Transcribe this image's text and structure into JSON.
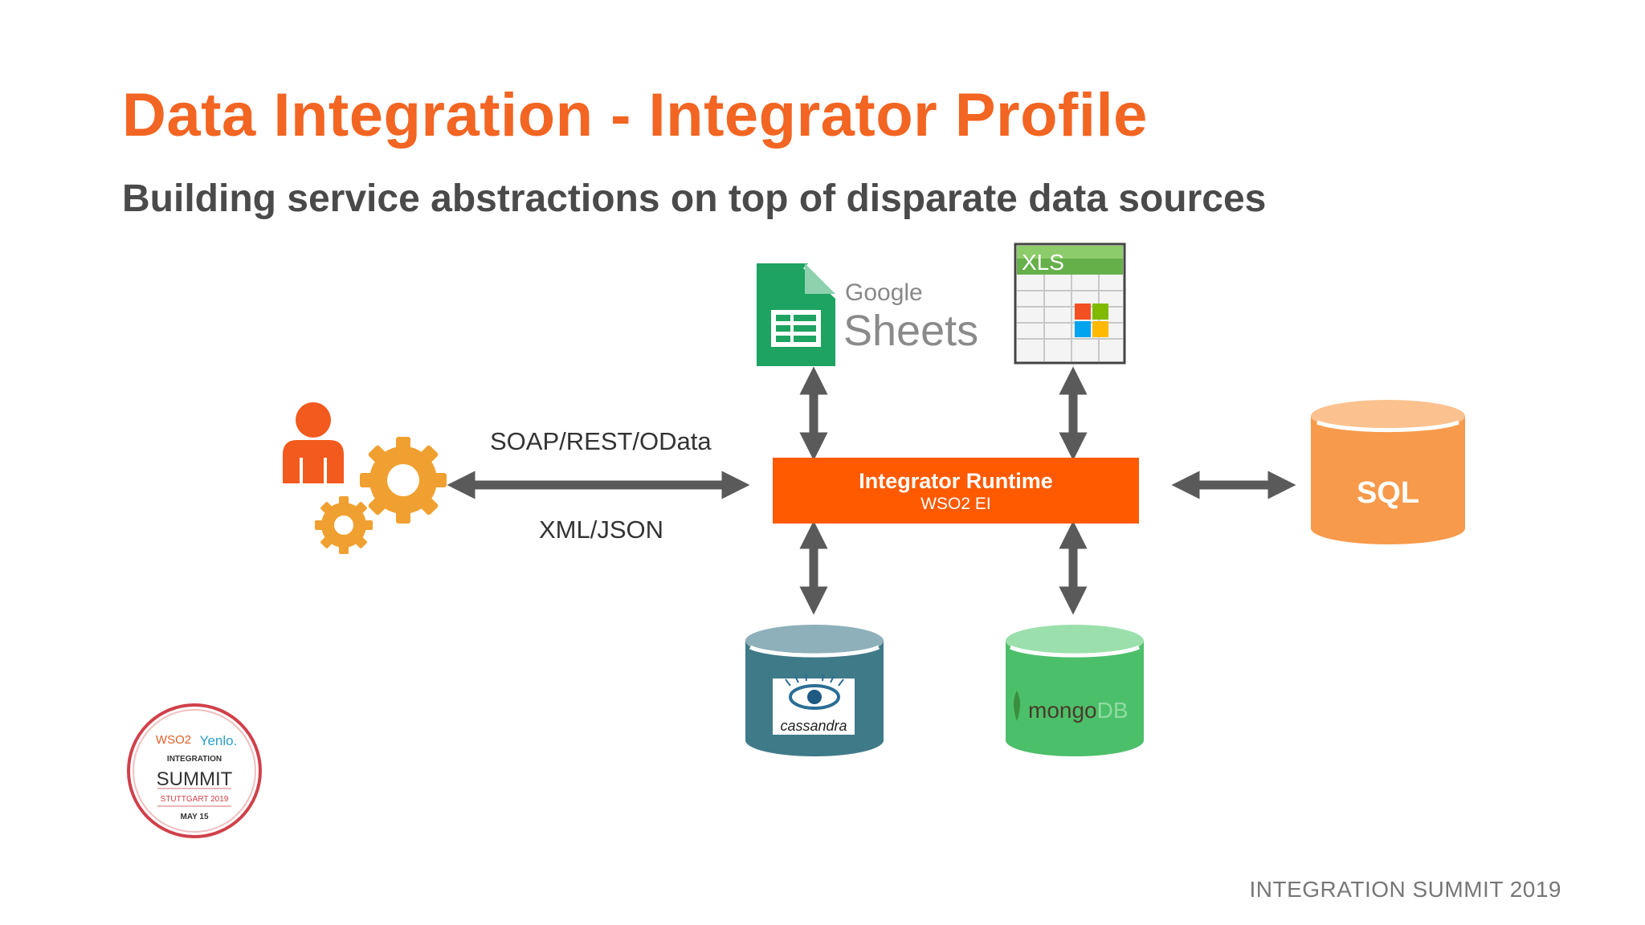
{
  "slide": {
    "title": "Data Integration - Integrator Profile",
    "subtitle": "Building service abstractions on top of disparate data sources",
    "footer": "INTEGRATION SUMMIT 2019"
  },
  "diagram": {
    "protocol_top": "SOAP/REST/OData",
    "protocol_bottom": "XML/JSON",
    "runtime": {
      "title": "Integrator Runtime",
      "subtitle": "WSO2 EI"
    },
    "sources": {
      "google_sheets": {
        "brand": "Google",
        "product": "Sheets"
      },
      "xls": {
        "label": "XLS"
      },
      "sql": {
        "label": "SQL"
      },
      "cassandra": {
        "label": "cassandra"
      },
      "mongodb": {
        "label_main": "mongo",
        "label_suffix": "DB"
      }
    }
  },
  "badge": {
    "top_left": "WSO2",
    "top_right": "Yenlo.",
    "line1": "INTEGRATION",
    "line2": "SUMMIT",
    "line3": "STUTTGART 2019",
    "line4": "MAY 15"
  },
  "colors": {
    "accent": "#f26522",
    "runtime": "#ff5a00",
    "arrow": "#5a5a5a",
    "sql": "#f79a4b",
    "cassandra": "#3f7a88",
    "mongodb": "#4cbf6a",
    "gears": "#f0a030"
  }
}
